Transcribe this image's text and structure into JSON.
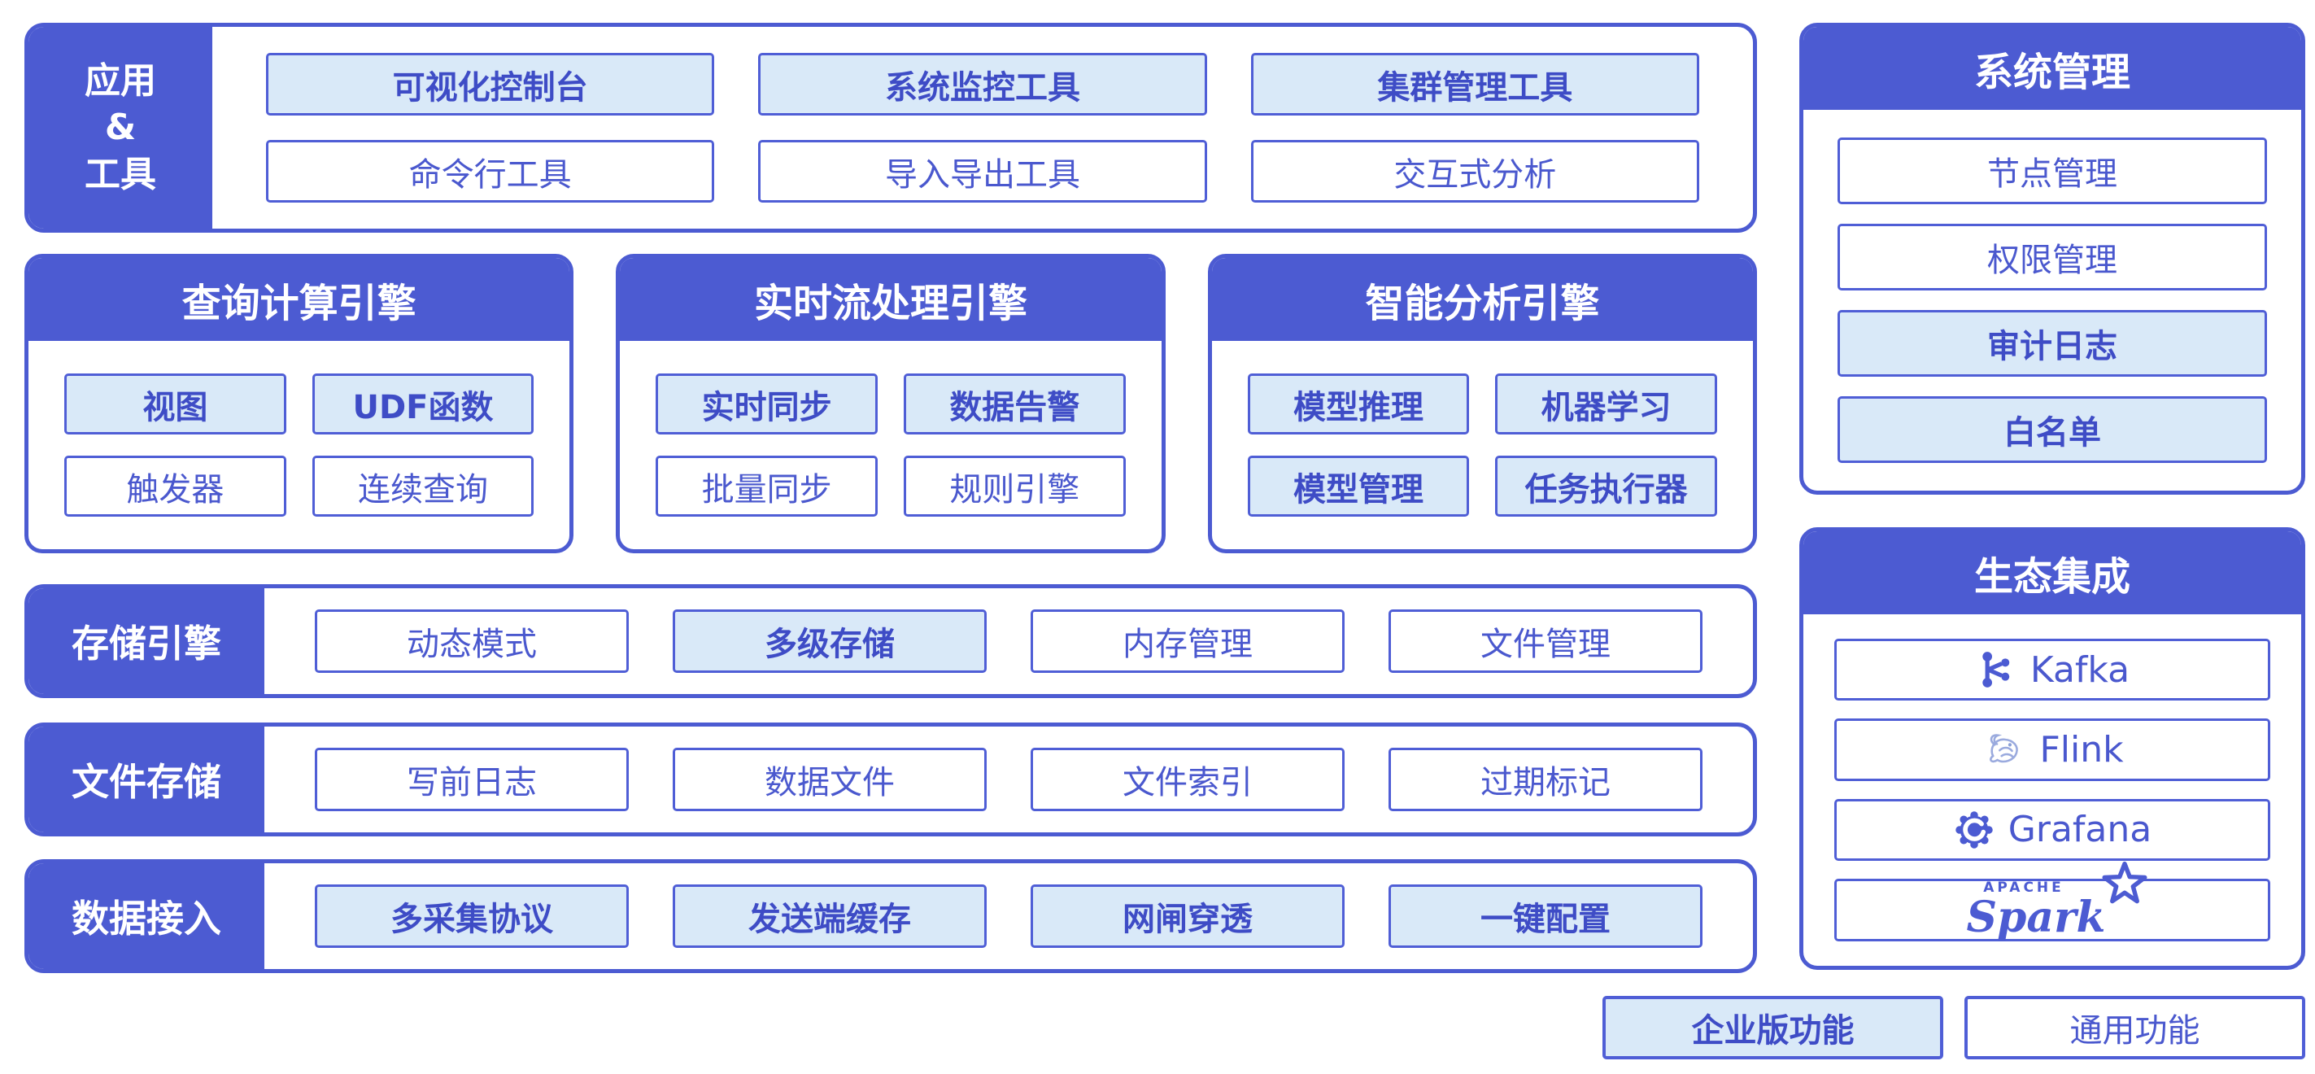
{
  "palette": {
    "primary": "#4C5BD2",
    "button_border": "#4f5ed6",
    "enterprise_fill": "#d9e9f8",
    "common_fill": "#ffffff",
    "text_regular": "#4a58ce",
    "text_bold": "#3e4cc6",
    "header_text": "#ffffff"
  },
  "apps_tools": {
    "tab_lines": [
      "应用",
      "&",
      "工具"
    ],
    "items": [
      {
        "label": "可视化控制台",
        "enterprise": true
      },
      {
        "label": "系统监控工具",
        "enterprise": true
      },
      {
        "label": "集群管理工具",
        "enterprise": true
      },
      {
        "label": "命令行工具",
        "enterprise": false
      },
      {
        "label": "导入导出工具",
        "enterprise": false
      },
      {
        "label": "交互式分析",
        "enterprise": false
      }
    ]
  },
  "engines": [
    {
      "title": "查询计算引擎",
      "items": [
        {
          "label": "视图",
          "enterprise": true
        },
        {
          "label": "UDF函数",
          "enterprise": true
        },
        {
          "label": "触发器",
          "enterprise": false
        },
        {
          "label": "连续查询",
          "enterprise": false
        }
      ]
    },
    {
      "title": "实时流处理引擎",
      "items": [
        {
          "label": "实时同步",
          "enterprise": true
        },
        {
          "label": "数据告警",
          "enterprise": true
        },
        {
          "label": "批量同步",
          "enterprise": false
        },
        {
          "label": "规则引擎",
          "enterprise": false
        }
      ]
    },
    {
      "title": "智能分析引擎",
      "items": [
        {
          "label": "模型推理",
          "enterprise": true
        },
        {
          "label": "机器学习",
          "enterprise": true
        },
        {
          "label": "模型管理",
          "enterprise": true
        },
        {
          "label": "任务执行器",
          "enterprise": true
        }
      ]
    }
  ],
  "layers": [
    {
      "label": "存储引擎",
      "items": [
        {
          "label": "动态模式",
          "enterprise": false
        },
        {
          "label": "多级存储",
          "enterprise": true
        },
        {
          "label": "内存管理",
          "enterprise": false
        },
        {
          "label": "文件管理",
          "enterprise": false
        }
      ]
    },
    {
      "label": "文件存储",
      "items": [
        {
          "label": "写前日志",
          "enterprise": false
        },
        {
          "label": "数据文件",
          "enterprise": false
        },
        {
          "label": "文件索引",
          "enterprise": false
        },
        {
          "label": "过期标记",
          "enterprise": false
        }
      ]
    },
    {
      "label": "数据接入",
      "items": [
        {
          "label": "多采集协议",
          "enterprise": true
        },
        {
          "label": "发送端缓存",
          "enterprise": true
        },
        {
          "label": "网闸穿透",
          "enterprise": true
        },
        {
          "label": "一键配置",
          "enterprise": true
        }
      ]
    }
  ],
  "system_management": {
    "title": "系统管理",
    "items": [
      {
        "label": "节点管理",
        "enterprise": false
      },
      {
        "label": "权限管理",
        "enterprise": false
      },
      {
        "label": "审计日志",
        "enterprise": true
      },
      {
        "label": "白名单",
        "enterprise": true
      }
    ]
  },
  "ecosystem": {
    "title": "生态集成",
    "items": [
      {
        "label": "Kafka",
        "icon": "kafka-icon"
      },
      {
        "label": "Flink",
        "icon": "flink-icon"
      },
      {
        "label": "Grafana",
        "icon": "grafana-icon"
      },
      {
        "label": "Spark",
        "sub": "APACHE",
        "icon": "spark-logo"
      }
    ]
  },
  "legend": {
    "enterprise_label": "企业版功能",
    "common_label": "通用功能"
  }
}
